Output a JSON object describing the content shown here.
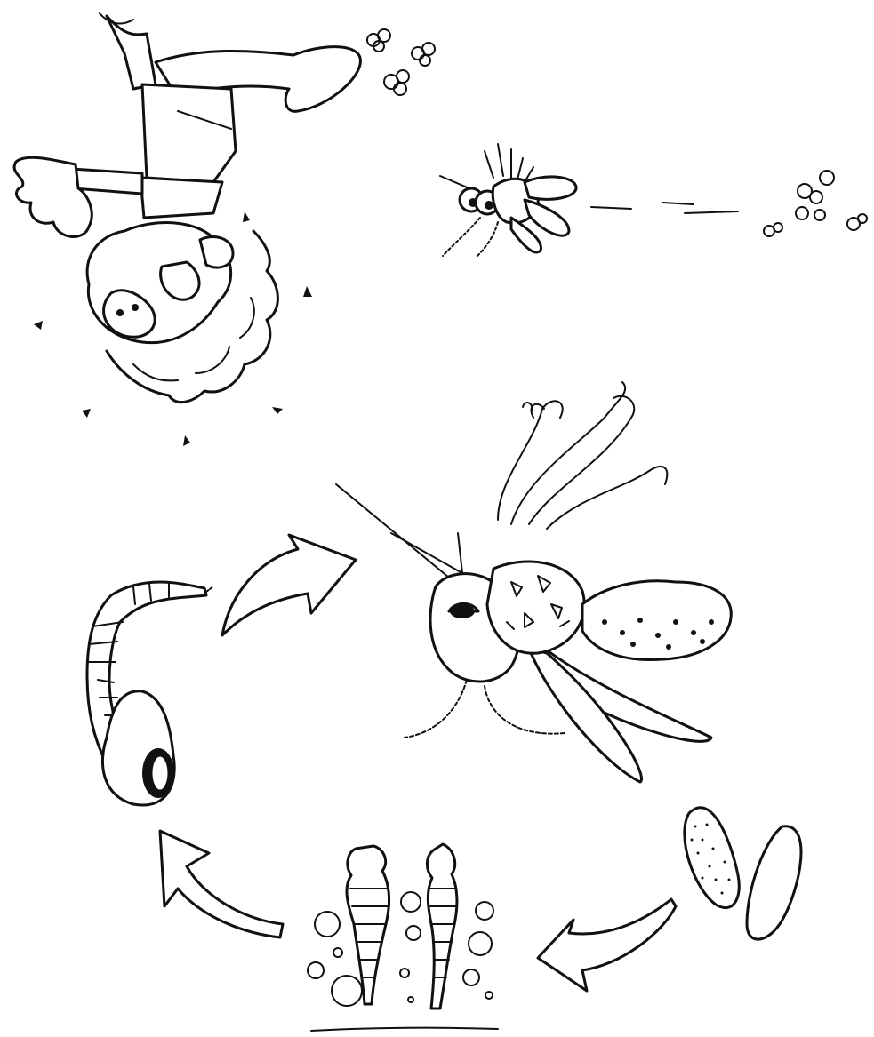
{
  "diagram": {
    "style": "black-and-white line drawing",
    "background": "#ffffff",
    "ink": "#111111",
    "stages": [
      "person",
      "adult-mosquito",
      "eggs",
      "larvae",
      "pupa"
    ],
    "arrows": [
      {
        "from": "eggs",
        "to": "larvae"
      },
      {
        "from": "larvae",
        "to": "pupa"
      },
      {
        "from": "pupa",
        "to": "adult-mosquito"
      }
    ]
  }
}
